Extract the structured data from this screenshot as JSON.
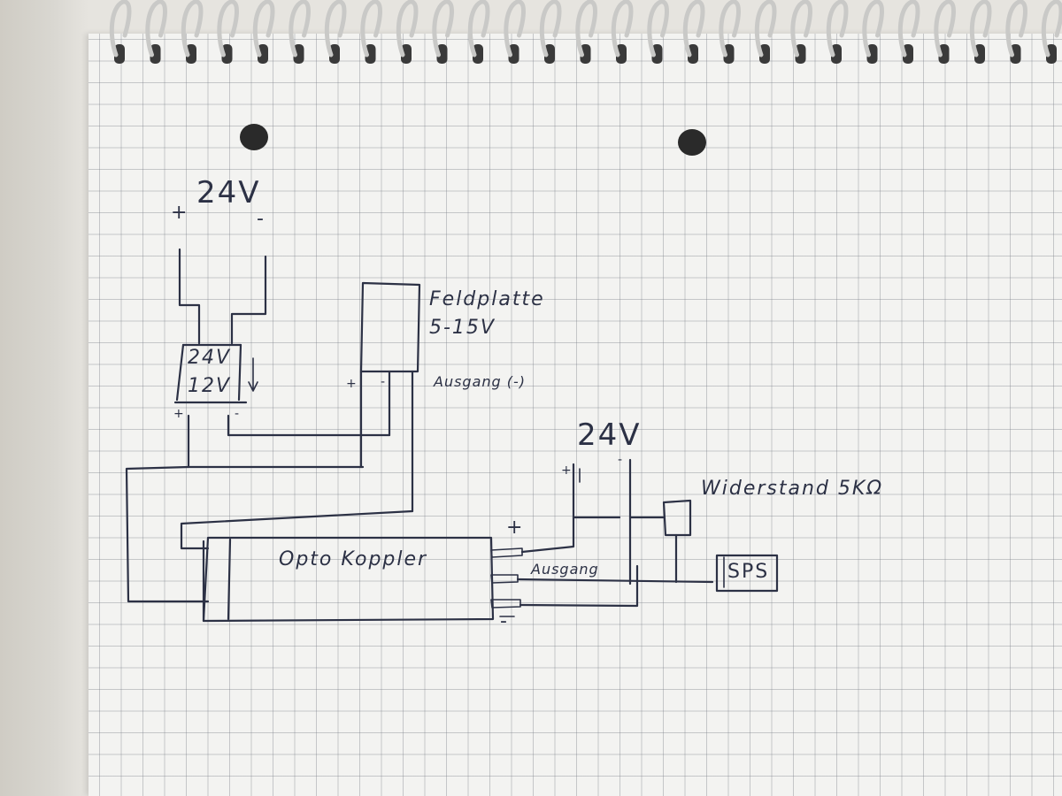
{
  "diagram": {
    "supply_top": {
      "label": "24V",
      "plus": "+",
      "minus": "-"
    },
    "converter": {
      "input": "24V",
      "output": "12V",
      "plus": "+",
      "minus": "-"
    },
    "field_plate": {
      "name": "Feldplatte",
      "voltage": "5-15V",
      "plus": "+",
      "minus": "-",
      "output": "Ausgang (-)"
    },
    "supply_right": {
      "label": "24V",
      "plus": "+",
      "minus": "-"
    },
    "optocoupler": {
      "name": "Opto Koppler",
      "plus": "+",
      "output": "Ausgang",
      "minus": "-"
    },
    "resistor": {
      "label": "Widerstand 5KΩ"
    },
    "plc": {
      "label": "SPS"
    }
  },
  "colors": {
    "ink": "#2c3145",
    "paper": "#f3f3f1",
    "grid": "#787d87"
  }
}
